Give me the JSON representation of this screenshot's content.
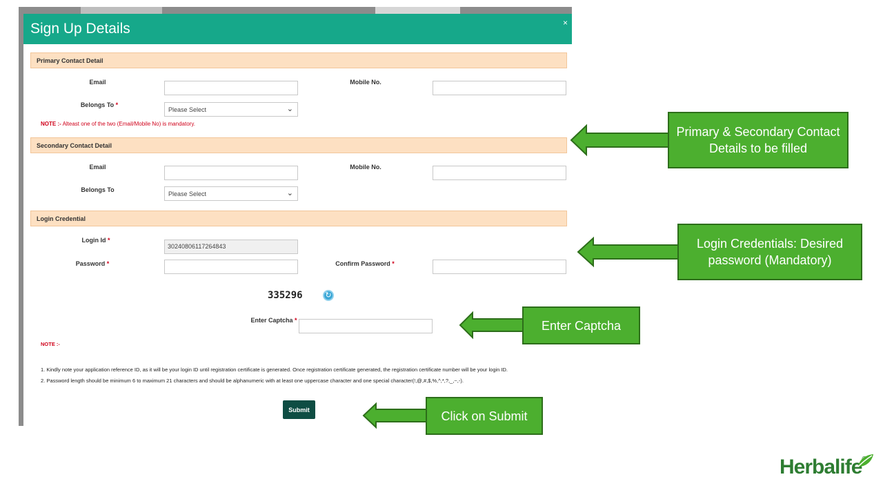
{
  "modal": {
    "title": "Sign Up Details",
    "close_label": "×"
  },
  "primary": {
    "header": "Primary Contact Detail",
    "email_label": "Email",
    "email_value": "",
    "mobile_label": "Mobile No.",
    "mobile_value": "",
    "belongs_label": "Belongs To",
    "belongs_value": "Please Select",
    "note_prefix": "NOTE :-",
    "note_text": " Alteast one of the two (Email/Mobile No) is mandatory."
  },
  "secondary": {
    "header": "Secondary Contact Detail",
    "email_label": "Email",
    "email_value": "",
    "mobile_label": "Mobile No.",
    "mobile_value": "",
    "belongs_label": "Belongs To",
    "belongs_value": "Please Select"
  },
  "login": {
    "header": "Login Credential",
    "login_id_label": "Login Id",
    "login_id_value": "30240806117264843",
    "password_label": "Password",
    "confirm_label": "Confirm Password",
    "required_mark": "*"
  },
  "captcha": {
    "code": "335296",
    "label": "Enter Captcha",
    "value": ""
  },
  "notes": {
    "heading": "NOTE :-",
    "line1": "1. Kindly note your application reference ID, as it will be your login ID until registration certificate is generated. Once registration certificate generated, the registration certificate number will be your login ID.",
    "line2": "2. Password length should be minimum 6 to maximum 21 characters and should be alphanumeric with at least one uppercase character and one special character(!,@,#,$,%,^,*,?,_,~,-)."
  },
  "submit_label": "Submit",
  "callouts": {
    "contact": "Primary & Secondary Contact Details to be filled",
    "login": "Login Credentials: Desired password (Mandatory)",
    "captcha": "Enter Captcha",
    "submit": "Click on Submit"
  },
  "brand": {
    "name": "Herbalife",
    "mark": "®"
  },
  "colors": {
    "header": "#16a88a",
    "section": "#fde0c2",
    "callout": "#4caf2f",
    "submit": "#0e4d43",
    "required": "#d0021b"
  }
}
